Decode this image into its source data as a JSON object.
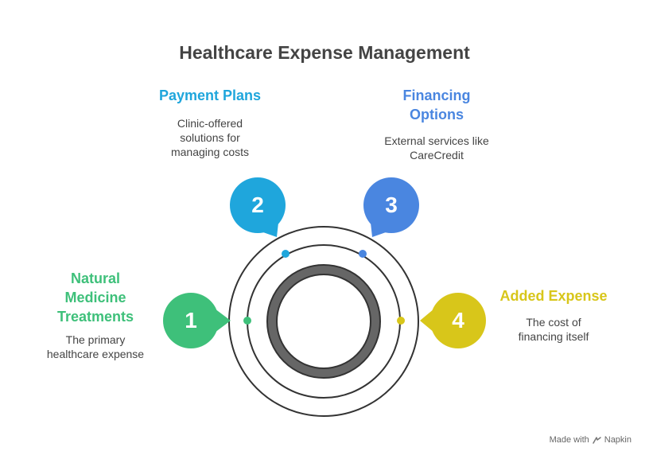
{
  "title": "Healthcare Expense Management",
  "colors": {
    "step1": "#3ec07a",
    "step2": "#1fa6dc",
    "step3": "#4a86e0",
    "step4": "#d8c61a",
    "ring": "#333333",
    "inner_ring": "#666666"
  },
  "steps": [
    {
      "number": "1",
      "title_lines": [
        "Natural",
        "Medicine",
        "Treatments"
      ],
      "desc_lines": [
        "The primary",
        "healthcare expense"
      ]
    },
    {
      "number": "2",
      "title_lines": [
        "Payment Plans"
      ],
      "desc_lines": [
        "Clinic-offered",
        "solutions for",
        "managing costs"
      ]
    },
    {
      "number": "3",
      "title_lines": [
        "Financing",
        "Options"
      ],
      "desc_lines": [
        "External services like",
        "CareCredit"
      ]
    },
    {
      "number": "4",
      "title_lines": [
        "Added Expense"
      ],
      "desc_lines": [
        "The cost of",
        "financing itself"
      ]
    }
  ],
  "footer": {
    "made_with": "Made with",
    "brand": "Napkin"
  }
}
